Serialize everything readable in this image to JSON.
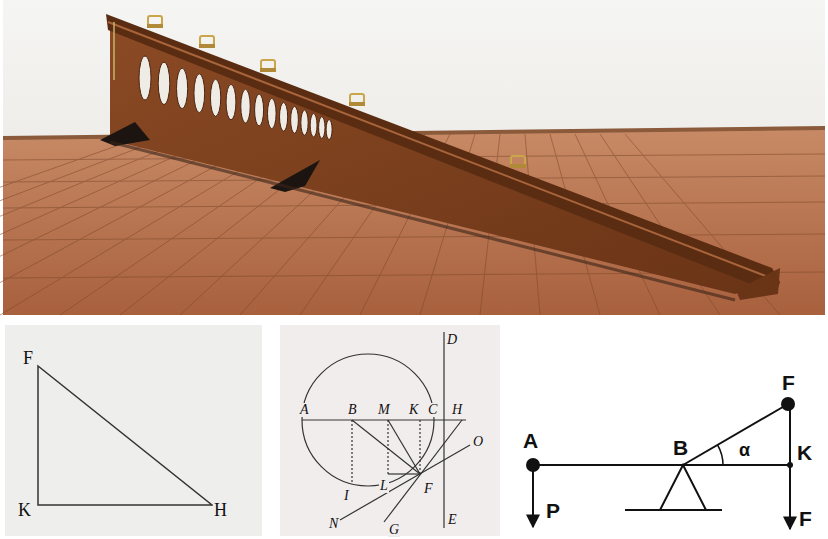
{
  "diagram": {
    "labels": [
      "F",
      "K",
      "H",
      "D",
      "A",
      "B",
      "M",
      "K",
      "C",
      "H",
      "I",
      "L",
      "F",
      "O",
      "N",
      "G",
      "E",
      "F",
      "A",
      "B",
      "α",
      "K",
      "P",
      "F"
    ]
  }
}
